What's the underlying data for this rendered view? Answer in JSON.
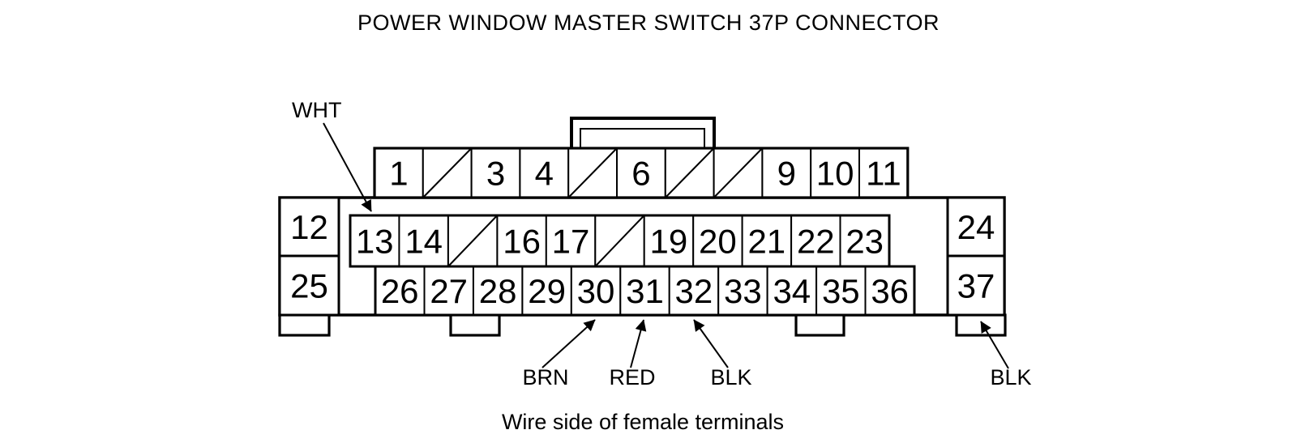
{
  "title": "POWER WINDOW MASTER SWITCH 37P CONNECTOR",
  "caption": "Wire side of female terminals",
  "connector": {
    "type": "37P",
    "rows": {
      "top": [
        "1",
        null,
        "3",
        "4",
        null,
        "6",
        null,
        null,
        "9",
        "10",
        "11"
      ],
      "middle": [
        "13",
        "14",
        null,
        "16",
        "17",
        null,
        "19",
        "20",
        "21",
        "22",
        "23"
      ],
      "bottom": [
        "26",
        "27",
        "28",
        "29",
        "30",
        "31",
        "32",
        "33",
        "34",
        "35",
        "36"
      ]
    },
    "corner_pins": {
      "top_left": "12",
      "bottom_left": "25",
      "top_right": "24",
      "bottom_right": "37"
    }
  },
  "wire_labels": [
    {
      "label": "WHT",
      "points_to_pin": "13"
    },
    {
      "label": "BRN",
      "points_to_pin": "30"
    },
    {
      "label": "RED",
      "points_to_pin": "31"
    },
    {
      "label": "BLK",
      "points_to_pin": "32"
    },
    {
      "label": "BLK",
      "points_to_pin": "37"
    }
  ],
  "colors": {
    "line": "#000000",
    "background": "#ffffff"
  }
}
